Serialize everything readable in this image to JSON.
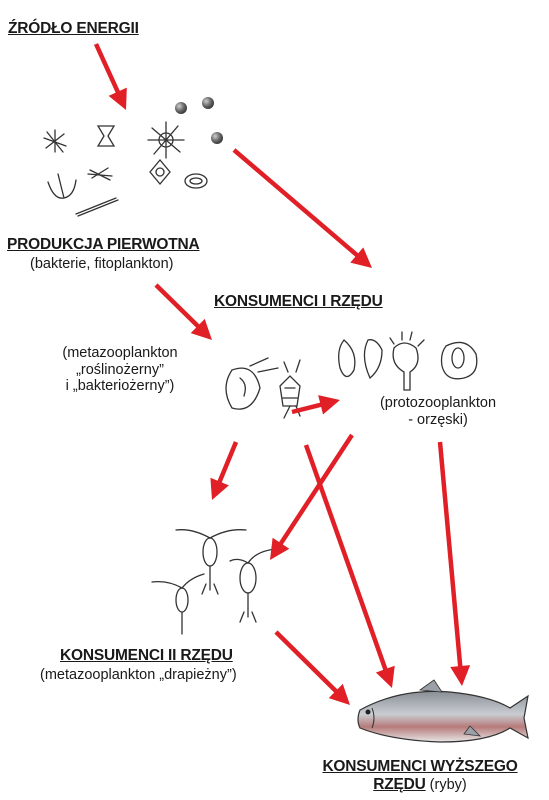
{
  "nodes": {
    "energy_source": {
      "title": "ŹRÓDŁO ENERGII"
    },
    "primary_production": {
      "title": "PRODUKCJA PIERWOTNA",
      "subtitle": "(bakterie, fitoplankton)"
    },
    "consumers_1": {
      "title": "KONSUMENCI I RZĘDU"
    },
    "metazooplankton_herbivorous": {
      "line1": "(metazooplankton",
      "line2": "„roślinożerny”",
      "line3": "i „bakteriożerny”)"
    },
    "protozooplankton": {
      "line1": "(protozooplankton",
      "line2": "- orzęski)"
    },
    "consumers_2": {
      "title": "KONSUMENCI II RZĘDU",
      "subtitle": "(metazooplankton „drapieżny”)"
    },
    "higher_consumers": {
      "title_line1": "KONSUMENCI WYŻSZEGO",
      "title_line2": "RZĘDU",
      "suffix": " (ryby)"
    }
  },
  "colors": {
    "arrow": "#e02026",
    "text": "#1a1a1a",
    "background": "#ffffff"
  },
  "illustrations": [
    "phytoplankton-cells",
    "bacteria-spheres",
    "daphnia-rotifer",
    "ciliates",
    "copepods",
    "fish"
  ]
}
